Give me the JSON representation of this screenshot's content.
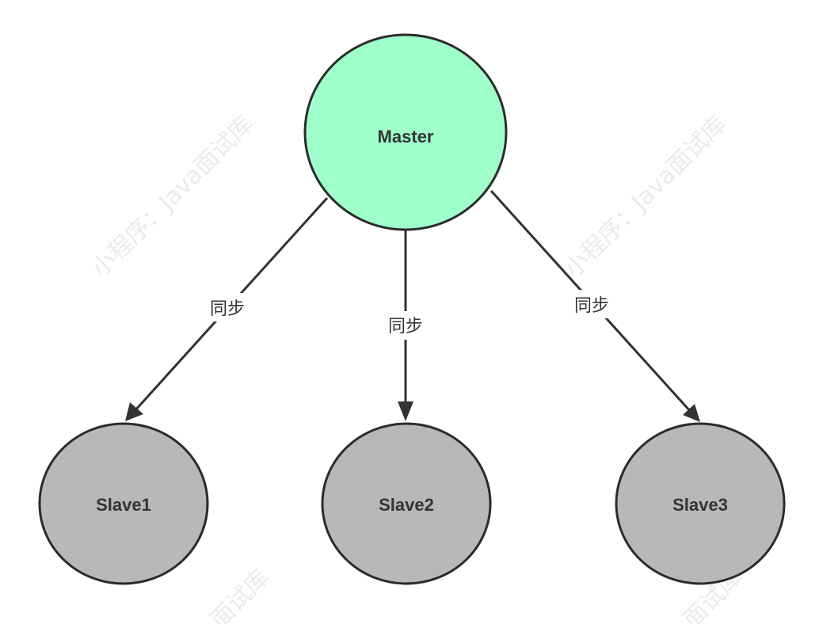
{
  "colors": {
    "master_fill": "#9effcb",
    "slave_fill": "#b8b8b8",
    "node_stroke": "#2b2b2b",
    "edge": "#333333"
  },
  "nodes": {
    "master": {
      "label": "Master"
    },
    "slave1": {
      "label": "Slave1"
    },
    "slave2": {
      "label": "Slave2"
    },
    "slave3": {
      "label": "Slave3"
    }
  },
  "edges": [
    {
      "from": "Master",
      "to": "Slave1",
      "label": "同步"
    },
    {
      "from": "Master",
      "to": "Slave2",
      "label": "同步"
    },
    {
      "from": "Master",
      "to": "Slave3",
      "label": "同步"
    }
  ],
  "watermarks": [
    "小程序：Java面试库",
    "小程序：Java面试库",
    "面试库",
    "面试库"
  ]
}
